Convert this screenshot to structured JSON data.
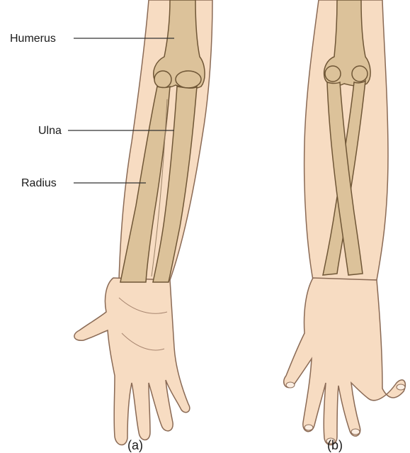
{
  "labels": {
    "humerus": "Humerus",
    "ulna": "Ulna",
    "radius": "Radius"
  },
  "captions": {
    "left": "(a)",
    "right": "(b)"
  },
  "colors": {
    "skin": "#f7dcc2",
    "skin_outline": "#8a6a55",
    "bone": "#dcc29a",
    "bone_outline": "#6f5636",
    "leader": "#333333"
  }
}
